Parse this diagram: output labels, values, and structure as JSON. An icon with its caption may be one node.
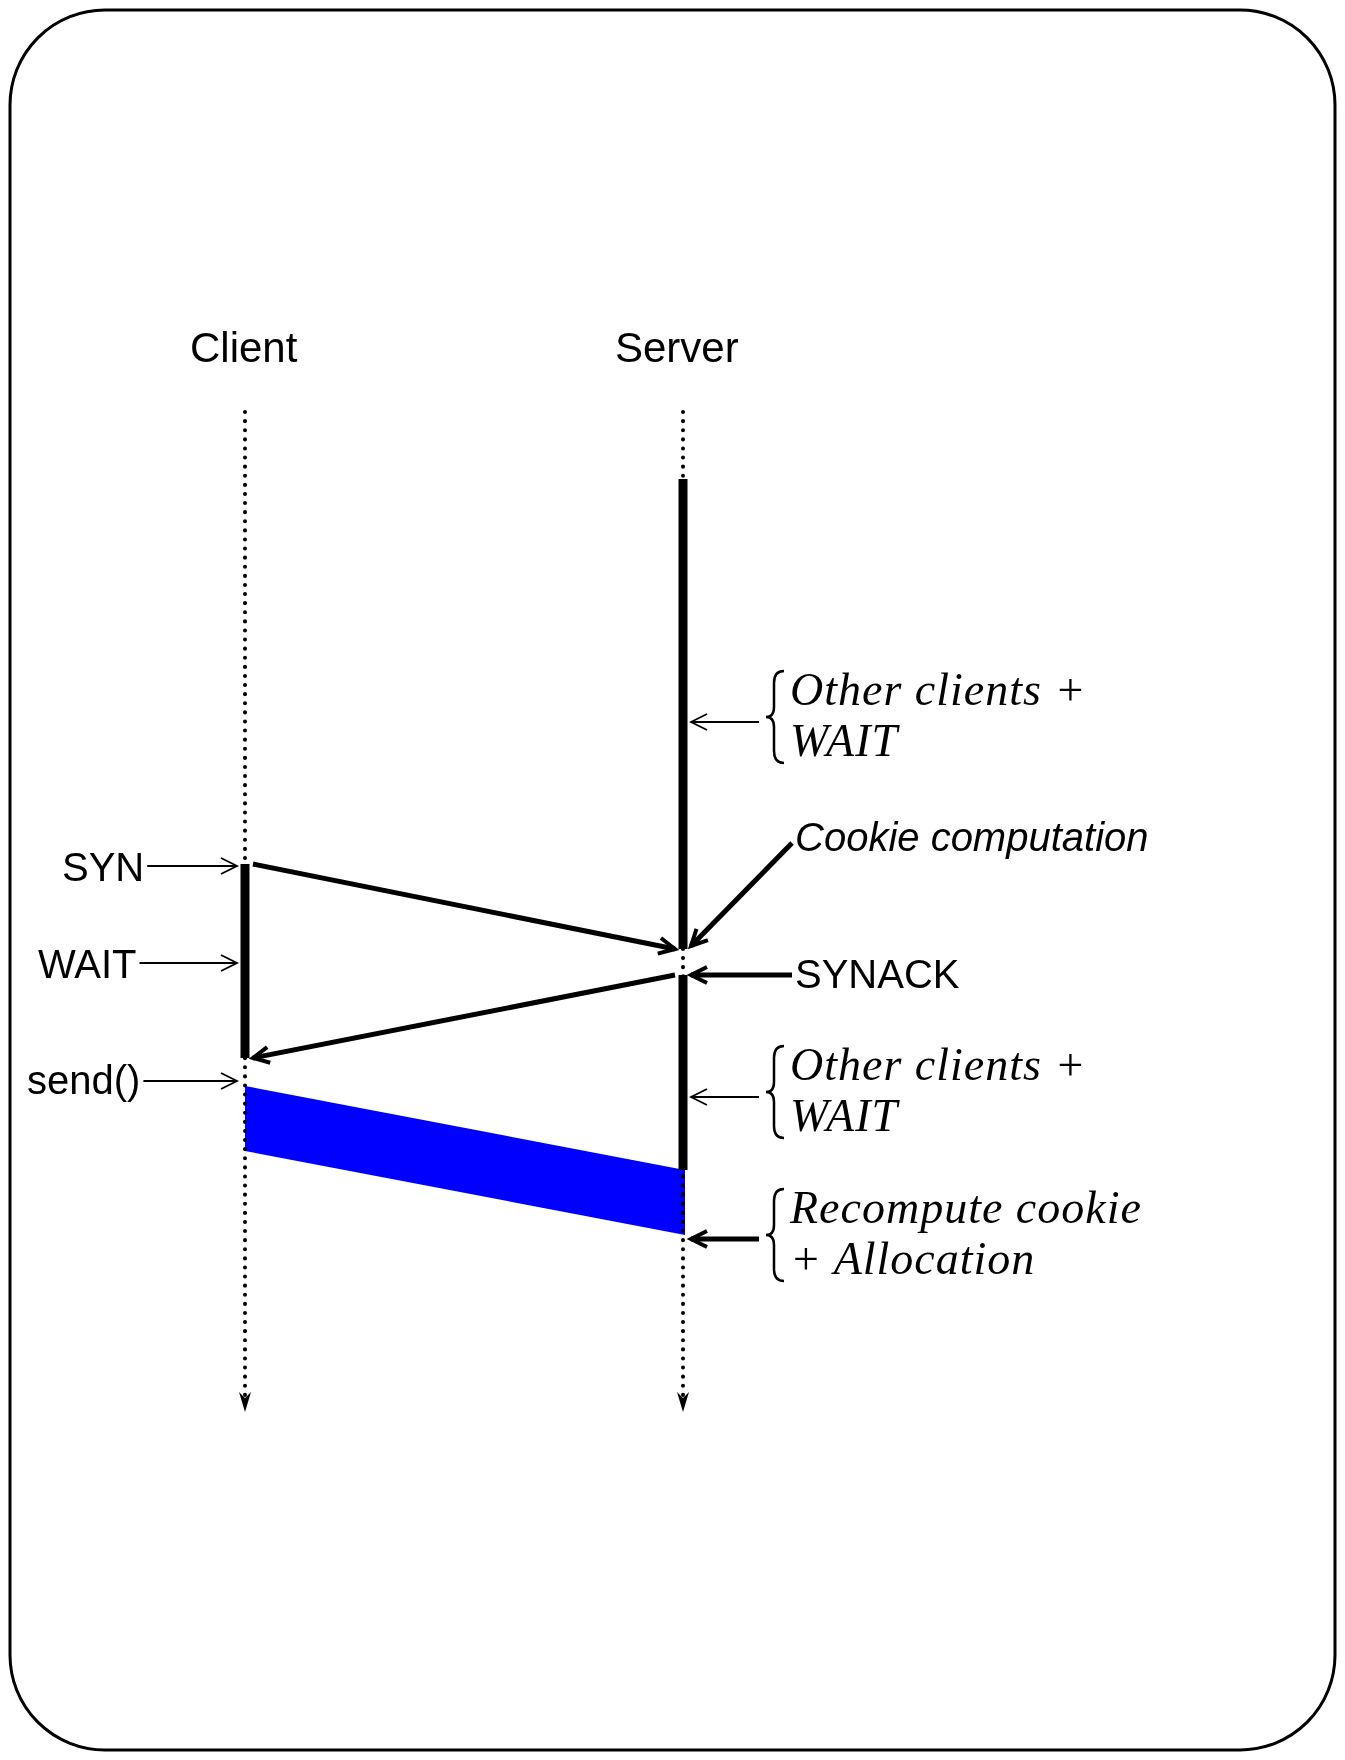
{
  "diagram": {
    "nodes": [
      {
        "text": [],
        "shape": "line",
        "beside": [
          "Client"
        ]
      },
      {
        "text": [],
        "shape": "line",
        "beside": [
          "Server"
        ]
      },
      {
        "text": [
          "SYN"
        ]
      },
      {
        "text": [
          "WAIT"
        ]
      },
      {
        "text": [
          "send()"
        ]
      },
      {
        "text": [
          "Other clients + WAIT"
        ]
      },
      {
        "text": [
          "Cookie computation"
        ]
      },
      {
        "text": [
          "SYNACK"
        ]
      },
      {
        "text": [
          "Other clients + WAIT"
        ]
      },
      {
        "text": [
          "Recompute cookie + Allocation"
        ]
      },
      {
        "text": [],
        "shape": "bar"
      }
    ],
    "edges": [
      {
        "from": 0,
        "to": 1,
        "arrow": "to",
        "style": "thick"
      },
      {
        "from": 1,
        "to": 0,
        "arrow": "to",
        "style": "thick"
      },
      {
        "from": 2,
        "to": 0,
        "arrow": "to"
      },
      {
        "from": 3,
        "to": 0,
        "arrow": "to"
      },
      {
        "from": 4,
        "to": 0,
        "arrow": "to"
      },
      {
        "from": 5,
        "to": 1,
        "arrow": "to"
      },
      {
        "from": 6,
        "to": 1,
        "arrow": "to",
        "style": "thick"
      },
      {
        "from": 7,
        "to": 1,
        "arrow": "to",
        "style": "thick"
      },
      {
        "from": 8,
        "to": 1,
        "arrow": "to"
      },
      {
        "from": 9,
        "to": 1,
        "arrow": "to",
        "style": "thick"
      }
    ]
  }
}
